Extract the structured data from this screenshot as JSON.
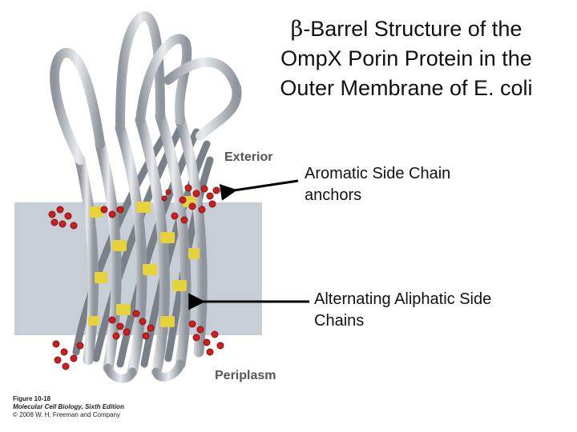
{
  "title": {
    "beta_symbol": "β",
    "line1_rest": "-Barrel Structure of the",
    "line2": "OmpX Porin Protein in the",
    "line3": "Outer Membrane of E. coli"
  },
  "labels": {
    "exterior": "Exterior",
    "periplasm": "Periplasm"
  },
  "callouts": {
    "aromatic": "Aromatic Side Chain anchors",
    "aliphatic": "Alternating Aliphatic Side Chains"
  },
  "caption": {
    "figure": "Figure 10-18",
    "book": "Molecular Cell Biology, Sixth Edition",
    "copyright": "© 2008 W. H. Freeman and Company"
  },
  "colors": {
    "membrane": "#c7ced6",
    "strand": "#b7bcc3",
    "strand_dark": "#6c727a",
    "aliphatic_band": "#e6d23a",
    "aromatic_atoms": "#cc1f1f",
    "arrow": "#000000"
  }
}
